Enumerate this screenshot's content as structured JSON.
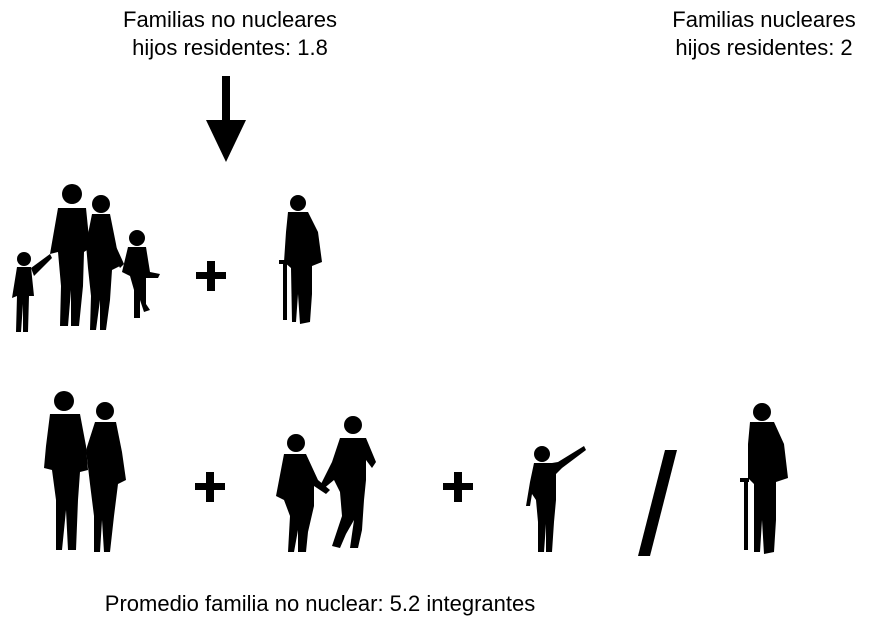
{
  "header": {
    "non_nuclear": {
      "title": "Familias no nucleares",
      "subtitle": "hijos residentes: 1.8"
    },
    "nuclear": {
      "title": "Familias nucleares",
      "subtitle": "hijos residentes: 2"
    }
  },
  "rows": [
    {
      "name": "family-plus-elder",
      "groups": [
        "family-of-four-icon",
        "elderly-man-cane-icon"
      ],
      "operators": [
        "+"
      ]
    },
    {
      "name": "couple-plus-couple-plus-child-or-elder",
      "groups": [
        "couple-icon",
        "couple-walking-icon",
        "child-pointing-icon",
        "elderly-man-cane-icon"
      ],
      "operators": [
        "+",
        "+",
        "/"
      ]
    }
  ],
  "footer": {
    "text": "Promedio familia no nuclear: 5.2 integrantes"
  },
  "colors": {
    "ink": "#000000",
    "background": "#ffffff"
  }
}
